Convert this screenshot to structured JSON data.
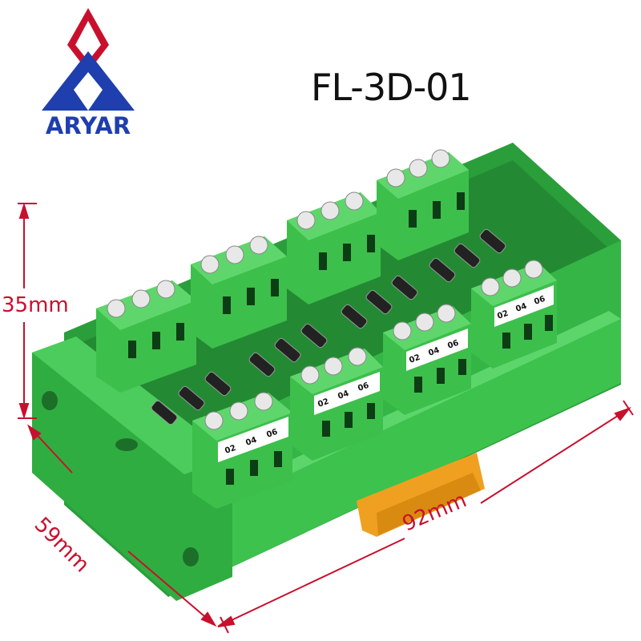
{
  "brand": {
    "name": "ARYAR"
  },
  "product": {
    "model": "FL-3D-01"
  },
  "dimensions": {
    "height": "35mm",
    "depth": "59mm",
    "width": "92mm"
  },
  "terminal_labels": [
    "02",
    "04",
    "06"
  ],
  "colors": {
    "housing_green": "#2fae3f",
    "housing_dark": "#1e8a2f",
    "dimension_red": "#c8102e",
    "brand_blue": "#1f3fae",
    "brand_red": "#c8102e",
    "din_clip_orange": "#f0a020"
  }
}
